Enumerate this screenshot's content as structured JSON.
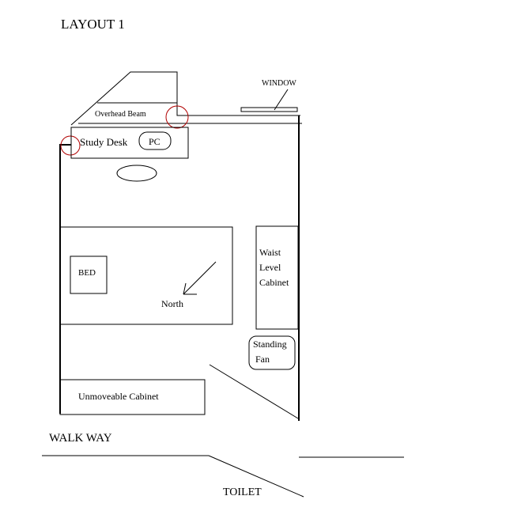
{
  "title": "LAYOUT 1",
  "labels": {
    "window": "WINDOW",
    "overhead_beam": "Overhead Beam",
    "study_desk": "Study Desk",
    "pc": "PC",
    "bed": "BED",
    "north": "North",
    "waist_cabinet": [
      "Waist",
      "Level",
      "Cabinet"
    ],
    "standing_fan": [
      "Standing",
      "Fan"
    ],
    "unmoveable_cabinet": "Unmoveable Cabinet",
    "walk_way": "WALK WAY",
    "toilet": "TOILET"
  },
  "colors": {
    "markup_circle": "#b00000",
    "line": "#000000"
  }
}
